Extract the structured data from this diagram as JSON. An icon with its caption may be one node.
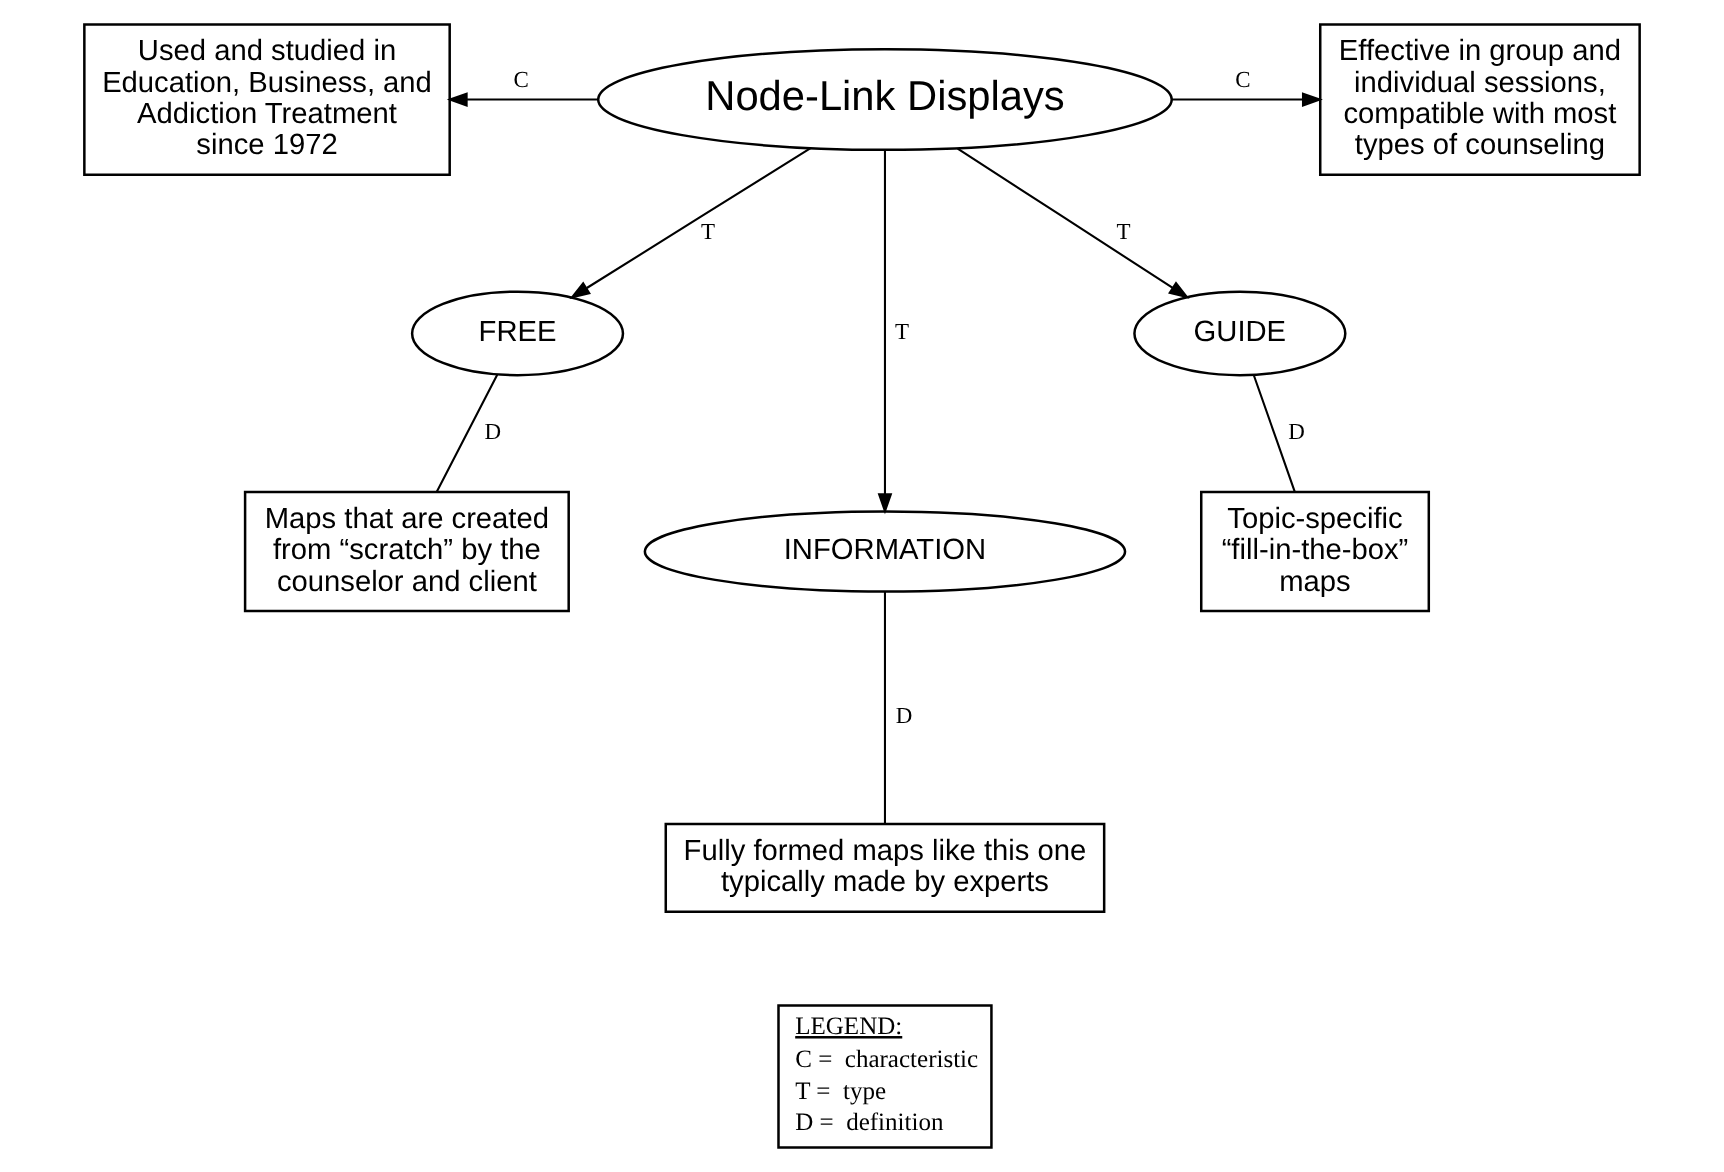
{
  "diagram": {
    "nodes": [
      {
        "text": [
          "Node-Link Displays"
        ]
      },
      {
        "text": [
          "Used and studied in Education, Business, and Addiction Treatment since 1972"
        ]
      },
      {
        "text": [
          "Effective in group and individual sessions, compatible with most types of counseling"
        ]
      },
      {
        "text": [
          "FREE"
        ]
      },
      {
        "text": [
          "INFORMATION"
        ]
      },
      {
        "text": [
          "GUIDE"
        ]
      },
      {
        "text": [
          "Maps that are created from “scratch” by the counselor and client"
        ]
      },
      {
        "text": [
          "Fully formed maps like this one typically made by experts"
        ]
      },
      {
        "text": [
          "Topic-specific “fill-in-the-box” maps"
        ]
      }
    ],
    "edges": [
      {
        "from": 0,
        "to": 1,
        "arrow": "to",
        "label": "C"
      },
      {
        "from": 0,
        "to": 2,
        "arrow": "to",
        "label": "C"
      },
      {
        "from": 0,
        "to": 3,
        "arrow": "to",
        "label": "T"
      },
      {
        "from": 0,
        "to": 4,
        "arrow": "to",
        "label": "T"
      },
      {
        "from": 0,
        "to": 5,
        "arrow": "to",
        "label": "T"
      },
      {
        "from": 3,
        "to": 6,
        "arrow": "none",
        "label": "D"
      },
      {
        "from": 4,
        "to": 7,
        "arrow": "none",
        "label": "D"
      },
      {
        "from": 5,
        "to": 8,
        "arrow": "none",
        "label": "D"
      }
    ],
    "labels": [
      "LEGEND:",
      "C =  characteristic",
      "T =  type",
      "D =  definition"
    ]
  }
}
